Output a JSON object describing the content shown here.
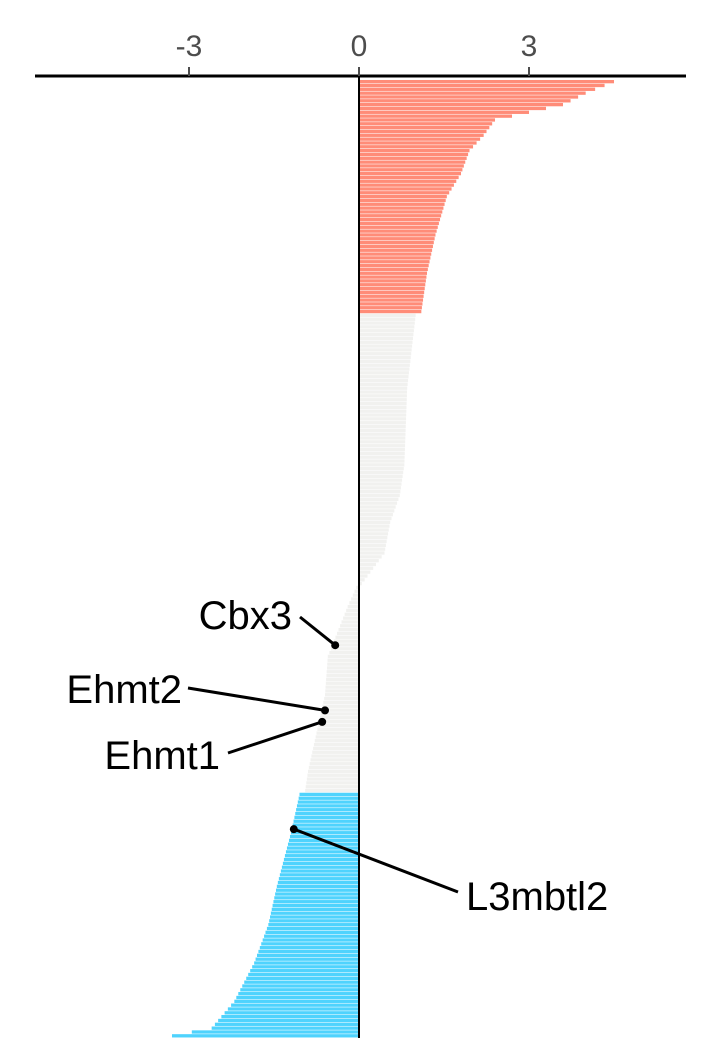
{
  "chart_data": {
    "type": "bar",
    "orientation": "horizontal",
    "xlim": [
      -5.7,
      5.7
    ],
    "x_ticks": [
      -3,
      0,
      3
    ],
    "x_tick_labels": [
      "-3",
      "0",
      "3"
    ],
    "x_axis_position": "top",
    "grid": false,
    "legend": "none",
    "colors": {
      "up": "#ff8c78",
      "neutral": "#f1f1ef",
      "down": "#4fd3fd",
      "axis": "#000000"
    },
    "bar_count": 250,
    "thresholds": {
      "up_last_index": 60,
      "down_first_index": 186
    },
    "value_profile": [
      [
        0,
        4.5
      ],
      [
        3,
        4.0
      ],
      [
        6,
        3.6
      ],
      [
        10,
        2.4
      ],
      [
        14,
        2.2
      ],
      [
        18,
        1.95
      ],
      [
        24,
        1.8
      ],
      [
        30,
        1.55
      ],
      [
        40,
        1.35
      ],
      [
        50,
        1.2
      ],
      [
        60,
        1.1
      ],
      [
        61,
        1.0
      ],
      [
        80,
        0.85
      ],
      [
        100,
        0.8
      ],
      [
        108,
        0.72
      ],
      [
        115,
        0.55
      ],
      [
        123,
        0.45
      ],
      [
        128,
        0.2
      ],
      [
        131,
        0.05
      ],
      [
        132,
        -0.05
      ],
      [
        137,
        -0.2
      ],
      [
        150,
        -0.55
      ],
      [
        160,
        -0.6
      ],
      [
        170,
        -0.75
      ],
      [
        180,
        -0.9
      ],
      [
        185,
        -0.95
      ],
      [
        186,
        -1.05
      ],
      [
        196,
        -1.2
      ],
      [
        210,
        -1.45
      ],
      [
        220,
        -1.6
      ],
      [
        230,
        -1.85
      ],
      [
        240,
        -2.2
      ],
      [
        247,
        -2.6
      ],
      [
        249,
        -3.3
      ]
    ],
    "annotations": [
      {
        "label": "Cbx3",
        "value": -0.42,
        "index": 147
      },
      {
        "label": "Ehmt2",
        "value": -0.6,
        "index": 164
      },
      {
        "label": "Ehmt1",
        "value": -0.65,
        "index": 167
      },
      {
        "label": "L3mbtl2",
        "value": -1.15,
        "index": 195
      }
    ]
  }
}
